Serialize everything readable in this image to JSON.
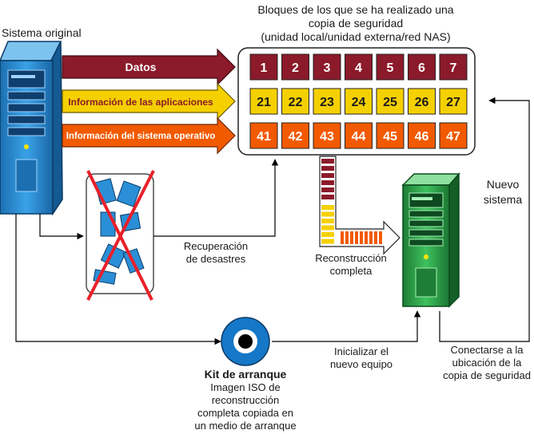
{
  "title_lines": [
    "Bloques de los que se ha realizado una",
    "copia de seguridad",
    "(unidad local/unidad externa/red NAS)"
  ],
  "original_system_label": "Sistema original",
  "new_system_label_lines": [
    "Nuevo",
    "sistema"
  ],
  "arrows": {
    "data": "Datos",
    "apps": "Información de las aplicaciones",
    "os": "Información del sistema operativo"
  },
  "block_rows": [
    {
      "color": "#8b1a2a",
      "values": [
        "1",
        "2",
        "3",
        "4",
        "5",
        "6",
        "7"
      ]
    },
    {
      "color": "#f5d000",
      "values": [
        "21",
        "22",
        "23",
        "24",
        "25",
        "26",
        "27"
      ]
    },
    {
      "color": "#f25a00",
      "values": [
        "41",
        "42",
        "43",
        "44",
        "45",
        "46",
        "47"
      ]
    }
  ],
  "recovery_label_lines": [
    "Recuperación",
    "de desastres"
  ],
  "rebuild_label_lines": [
    "Reconstrucción",
    "completa"
  ],
  "boot_label_lines": [
    "Inicializar el",
    "nuevo equipo"
  ],
  "connect_label_lines": [
    "Conectarse a la",
    "ubicación de la",
    "copia de seguridad"
  ],
  "kit": {
    "title": "Kit de arranque",
    "desc_lines": [
      "Imagen ISO de",
      "reconstrucción",
      "completa copiada en",
      "un medio de arranque"
    ]
  },
  "colors": {
    "server_blue": "#2a8fd6",
    "server_green": "#2aa64a",
    "cross_red": "#e8202a",
    "disc_blue": "#1577c7"
  }
}
